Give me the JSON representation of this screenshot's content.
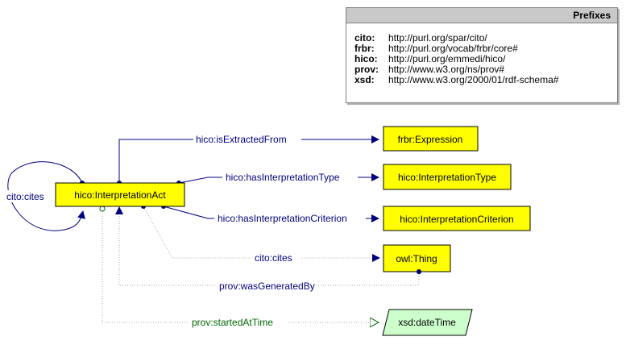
{
  "prefixes": {
    "title": "Prefixes",
    "items": [
      {
        "prefix": "cito:",
        "uri": "http://purl.org/spar/cito/"
      },
      {
        "prefix": "frbr:",
        "uri": "http://purl.org/vocab/frbr/core#"
      },
      {
        "prefix": "hico:",
        "uri": "http://purl.org/emmedi/hico/"
      },
      {
        "prefix": "prov:",
        "uri": "http://www.w3.org/ns/prov#"
      },
      {
        "prefix": "xsd:",
        "uri": "http://www.w3.org/2000/01/rdf-schema#"
      }
    ]
  },
  "nodes": {
    "interpretation_act": "hico:InterpretationAct",
    "expression": "frbr:Expression",
    "interpretation_type": "hico:InterpretationType",
    "interpretation_criterion": "hico:InterpretationCriterion",
    "thing": "owl:Thing",
    "datetime": "xsd:dateTime"
  },
  "edges": {
    "cites_self": "cito:cites",
    "is_extracted_from": "hico:isExtractedFrom",
    "has_interpretation_type": "hico:hasInterpretationType",
    "has_interpretation_criterion": "hico:hasInterpretationCriterion",
    "cites_thing": "cito:cites",
    "was_generated_by": "prov:wasGeneratedBy",
    "started_at_time": "prov:startedAtTime"
  },
  "colors": {
    "class_fill": "#ffff00",
    "datatype_fill": "#ccffcc",
    "object_property": "#00007f",
    "datatype_property": "#006600",
    "dotted_line": "#aaaaaa"
  }
}
